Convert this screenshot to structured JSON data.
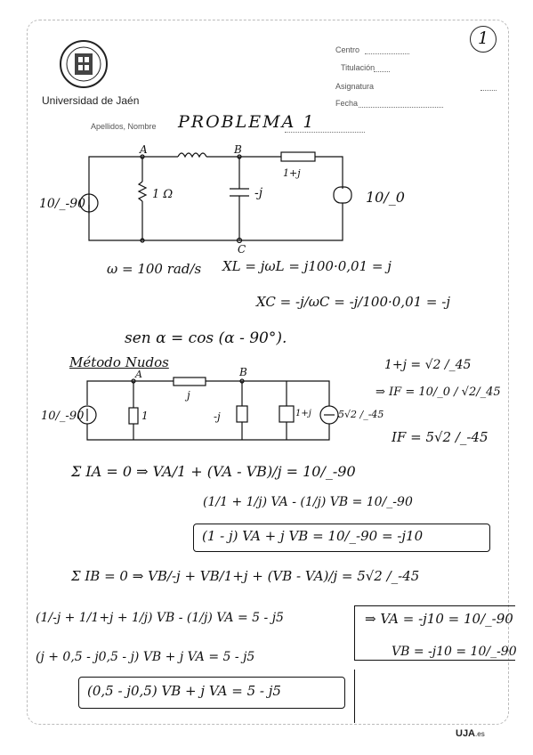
{
  "header": {
    "university": "Universidad de Jaén",
    "field_centro": "Centro",
    "field_titulacion": "Titulación",
    "field_asignatura": "Asignatura",
    "field_fecha": "Fecha",
    "field_nombre": "Apellidos, Nombre",
    "page_number": "1",
    "nombre_value": "PROBLEMA 1"
  },
  "circuit1": {
    "node_a": "A",
    "node_b": "B",
    "node_c": "C",
    "source_left": "10/_-90",
    "resistor": "1 Ω",
    "capacitor": "-j",
    "series": "1+j",
    "source_right": "10/_0"
  },
  "reactances": {
    "omega": "ω = 100 rad/s",
    "xl": "XL = jωL = j100·0,01 = j",
    "xc": "XC = -j/ωC = -j/100·0,01 = -j",
    "identity": "sen α = cos (α - 90°)."
  },
  "method": {
    "title": "Método Nudos",
    "imp": "1+j = √2 /_45",
    "if1": "⇒ IF = 10/_0 / √2/_45",
    "if2": "IF = 5√2 /_-45"
  },
  "circuit2": {
    "node_a": "A",
    "node_b": "B",
    "source_left": "10/_-90",
    "r": "1",
    "l": "j",
    "c": "-j",
    "rl": "1+j",
    "source_right": "5√2 /_-45"
  },
  "equations": {
    "eqA1": "Σ IA = 0  ⇒  VA/1 + (VA - VB)/j = 10/_-90",
    "eqA2": "(1/1 + 1/j) VA - (1/j) VB = 10/_-90",
    "eqA3": "(1 - j) VA + j VB = 10/_-90 = -j10",
    "eqB1": "Σ IB = 0  ⇒  VB/-j + VB/1+j + (VB - VA)/j = 5√2 /_-45",
    "eqB2": "(1/-j + 1/1+j + 1/j) VB - (1/j) VA = 5 - j5",
    "eqB3": "(j + 0,5 - j0,5 - j) VB + j VA = 5 - j5",
    "eqB4": "(0,5 - j0,5) VB + j VA = 5 - j5",
    "res1": "⇒ VA = -j10 = 10/_-90",
    "res2": "VB = -j10 = 10/_-90"
  },
  "footer": {
    "brand": "UJA",
    "brand_suffix": ".es"
  }
}
